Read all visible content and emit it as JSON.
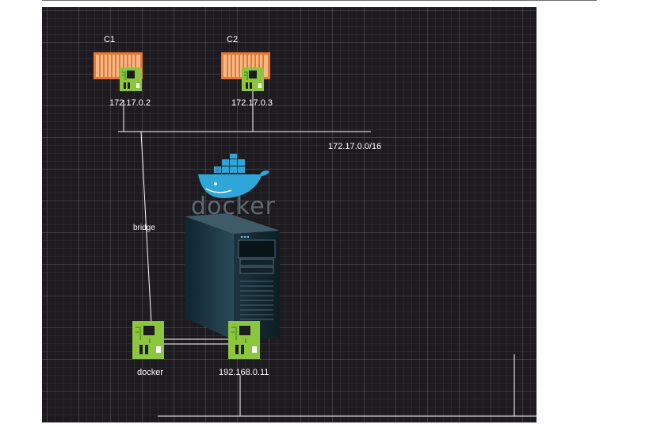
{
  "diagram": {
    "containers": [
      {
        "name": "C1",
        "ip": "172.17.0.2"
      },
      {
        "name": "C2",
        "ip": "172.17.0.3"
      }
    ],
    "subnet": "172.17.0.0/16",
    "bridge_label": "bridge",
    "host": {
      "logo_text": "docker",
      "nic_docker_label": "docker",
      "nic_host_label": "192.168.0.11"
    }
  },
  "colors": {
    "canvas_bg": "#1d1a20",
    "container_orange": "#e8782f",
    "nic_green": "#8cc63f",
    "docker_blue": "#2ea7d8",
    "line": "#ffffff"
  },
  "icons": {
    "container": "container-icon",
    "nic": "network-card-icon",
    "docker": "docker-whale-icon",
    "server": "server-tower-icon"
  }
}
